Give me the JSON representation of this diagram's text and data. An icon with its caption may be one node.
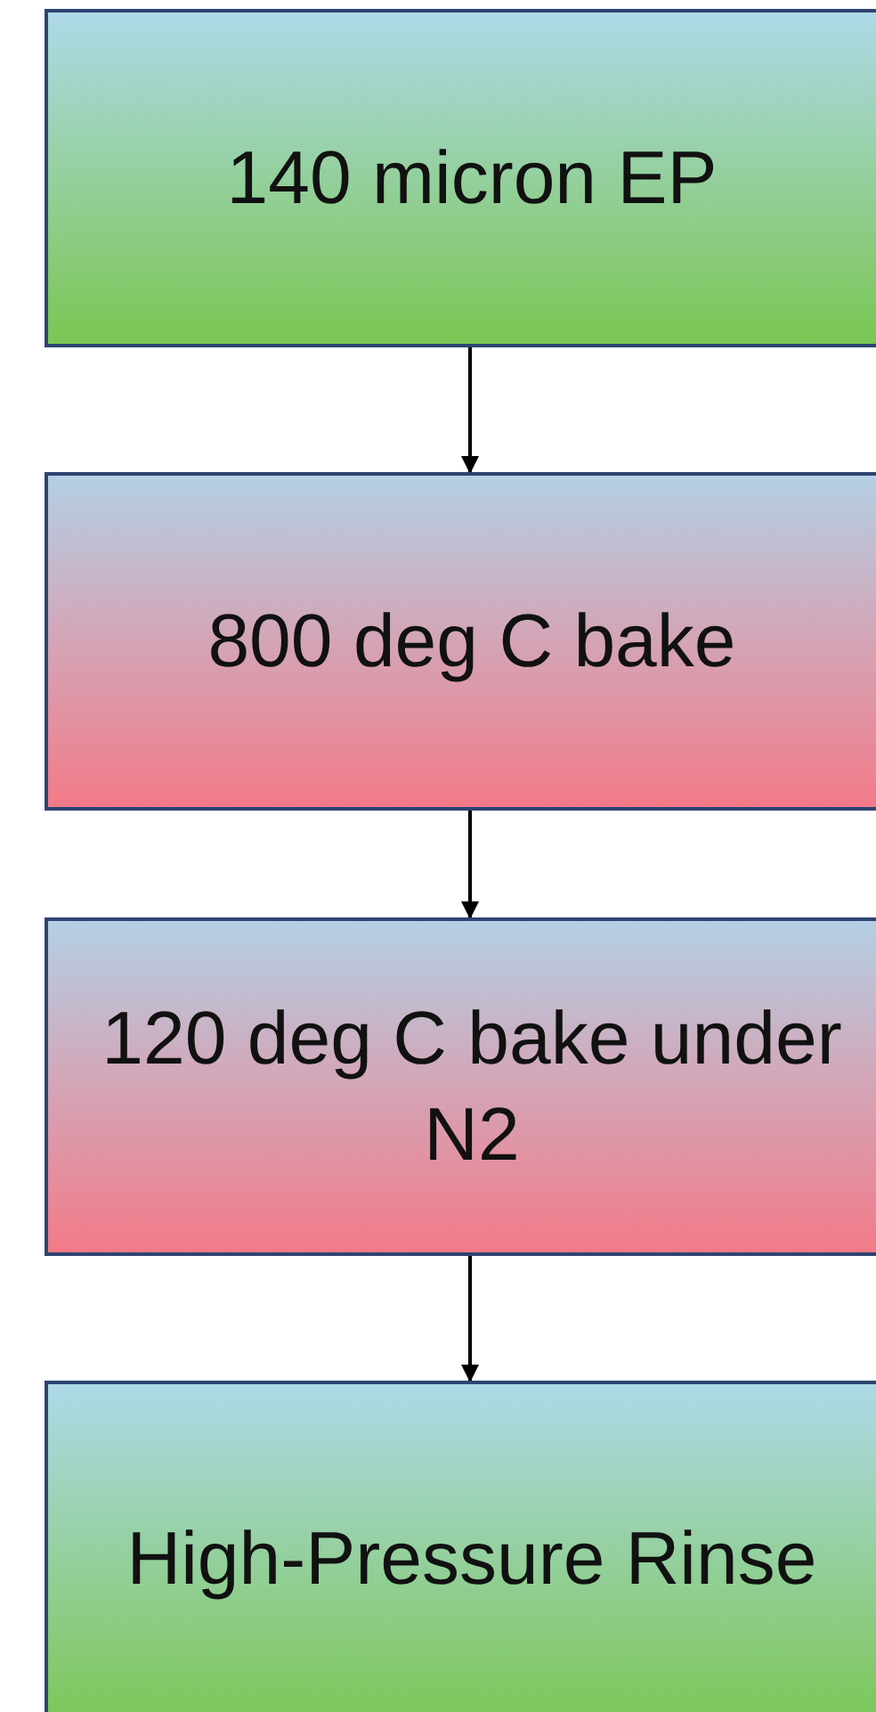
{
  "diagram": {
    "nodes": [
      {
        "text": [
          "140 micron EP"
        ]
      },
      {
        "text": [
          "800 deg C bake"
        ]
      },
      {
        "text": [
          "120 deg C bake under N2"
        ]
      },
      {
        "text": [
          "High-Pressure Rinse"
        ]
      }
    ],
    "edges": [
      {
        "from": 0,
        "to": 1,
        "arrow": "to"
      },
      {
        "from": 1,
        "to": 2,
        "arrow": "to"
      },
      {
        "from": 2,
        "to": 3,
        "arrow": "to"
      }
    ]
  }
}
